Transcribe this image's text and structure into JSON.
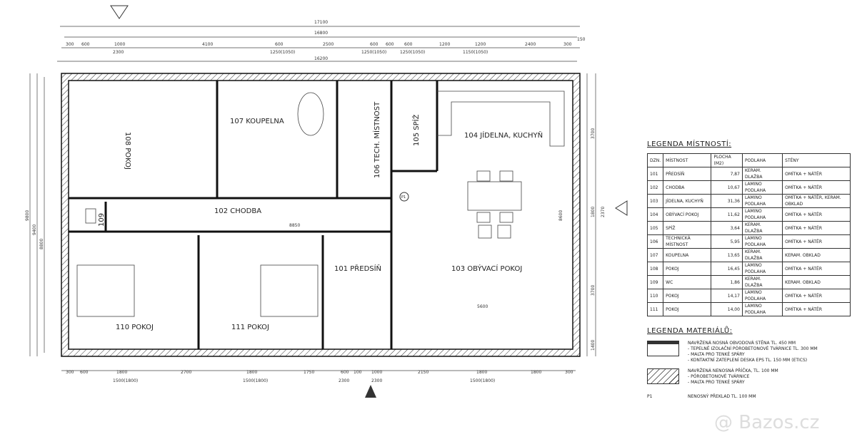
{
  "plan": {
    "rooms": [
      {
        "id": "108",
        "label": "108 POKOJ"
      },
      {
        "id": "107",
        "label": "107 KOUPELNA"
      },
      {
        "id": "106",
        "label": "106 TECH. MÍSTNOST"
      },
      {
        "id": "105",
        "label": "105 SPÍŽ"
      },
      {
        "id": "104",
        "label": "104 JÍDELNA, KUCHYŇ"
      },
      {
        "id": "109",
        "label": "109"
      },
      {
        "id": "102",
        "label": "102 CHODBA"
      },
      {
        "id": "110",
        "label": "110 POKOJ"
      },
      {
        "id": "111",
        "label": "111 POKOJ"
      },
      {
        "id": "101",
        "label": "101 PŘEDSÍŇ"
      },
      {
        "id": "103",
        "label": "103 OBÝVACÍ POKOJ"
      }
    ],
    "dims_top": {
      "total": "17100",
      "outer": "16800",
      "inner": "16200",
      "chain": [
        "300",
        "600",
        "1000",
        "4100",
        "600",
        "2500",
        "600",
        "600",
        "600",
        "1200",
        "1200",
        "2400",
        "300",
        "150"
      ],
      "sub": [
        "2300",
        "1250(1050)",
        "1250(1050)",
        "1250(1050)",
        "1150(1050)"
      ]
    },
    "dims_bottom": {
      "chain": [
        "300",
        "600",
        "1800",
        "2700",
        "1800",
        "1750",
        "600",
        "100",
        "1000",
        "2150",
        "1800",
        "1800",
        "300"
      ],
      "sub": [
        "1500(1800)",
        "1500(1800)",
        "2300",
        "2300",
        "1500(1800)"
      ]
    },
    "dims_left": [
      "9800",
      "9400",
      "8800"
    ],
    "dims_right": [
      "3700",
      "1800",
      "3700",
      "2370",
      "1400"
    ],
    "corridor_len": "8850",
    "living_width": "5600",
    "living_depth": "8600",
    "lintel_marker": "P1"
  },
  "legend_rooms": {
    "title": "LEGENDA MÍSTNOSTÍ:",
    "headers": [
      "DZN.",
      "MÍSTNOST",
      "PLOCHA (M2)",
      "PODLAHA",
      "STĚNY"
    ],
    "rows": [
      [
        "101",
        "PŘEDSÍŇ",
        "7,87",
        "KERAM. DLAŽBA",
        "OMÍTKA + NÁTĚR"
      ],
      [
        "102",
        "CHODBA",
        "10,67",
        "LAMINO PODLAHA",
        "OMÍTKA + NÁTĚR"
      ],
      [
        "103",
        "JÍDELNA, KUCHYŇ",
        "31,36",
        "LAMINO PODLAHA",
        "OMÍTKA + NÁTĚR, KERAM. OBKLAD"
      ],
      [
        "104",
        "OBÝVACÍ POKOJ",
        "11,62",
        "LAMINO PODLAHA",
        "OMÍTKA + NÁTĚR"
      ],
      [
        "105",
        "SPÍŽ",
        "3,64",
        "KERAM. DLAŽBA",
        "OMÍTKA + NÁTĚR"
      ],
      [
        "106",
        "TECHNICKÁ MÍSTNOST",
        "5,95",
        "LAMINO PODLAHA",
        "OMÍTKA + NÁTĚR"
      ],
      [
        "107",
        "KOUPELNA",
        "13,65",
        "KERAM. DLAŽBA",
        "KERAM. OBKLAD"
      ],
      [
        "108",
        "POKOJ",
        "16,45",
        "LAMINO PODLAHA",
        "OMÍTKA + NÁTĚR"
      ],
      [
        "109",
        "WC",
        "1,86",
        "KERAM. DLAŽBA",
        "KERAM. OBKLAD"
      ],
      [
        "110",
        "POKOJ",
        "14,17",
        "LAMINO PODLAHA",
        "OMÍTKA + NÁTĚR"
      ],
      [
        "111",
        "POKOJ",
        "14,00",
        "LAMINO PODLAHA",
        "OMÍTKA + NÁTĚR"
      ]
    ]
  },
  "legend_materials": {
    "title": "LEGENDA MATERIÁLŮ:",
    "items": [
      {
        "lines": [
          "NAVRŽENÁ NOSNÁ OBVODOVÁ STĚNA TL. 450 MM",
          "- TEPELNĚ IZOLAČNÍ PÓROBETONOVÉ TVÁRNICE TL. 300 MM",
          "- MALTA PRO TENKÉ SPÁRY",
          "- KONTAKTNÍ ZATEPLENÍ DESKA EPS TL. 150 MM (ETICS)"
        ]
      },
      {
        "lines": [
          "NAVRŽENÁ NENOSNÁ PŘÍČKA, TL. 100 MM",
          "- PÓROBETONOVÉ TVÁRNICE",
          "- MALTA PRO TENKÉ SPÁRY"
        ]
      },
      {
        "symbol": "P1",
        "lines": [
          "NENOSNÝ PŘEKLAD TL. 100 MM"
        ]
      }
    ]
  },
  "watermark": "@ Bazos.cz"
}
